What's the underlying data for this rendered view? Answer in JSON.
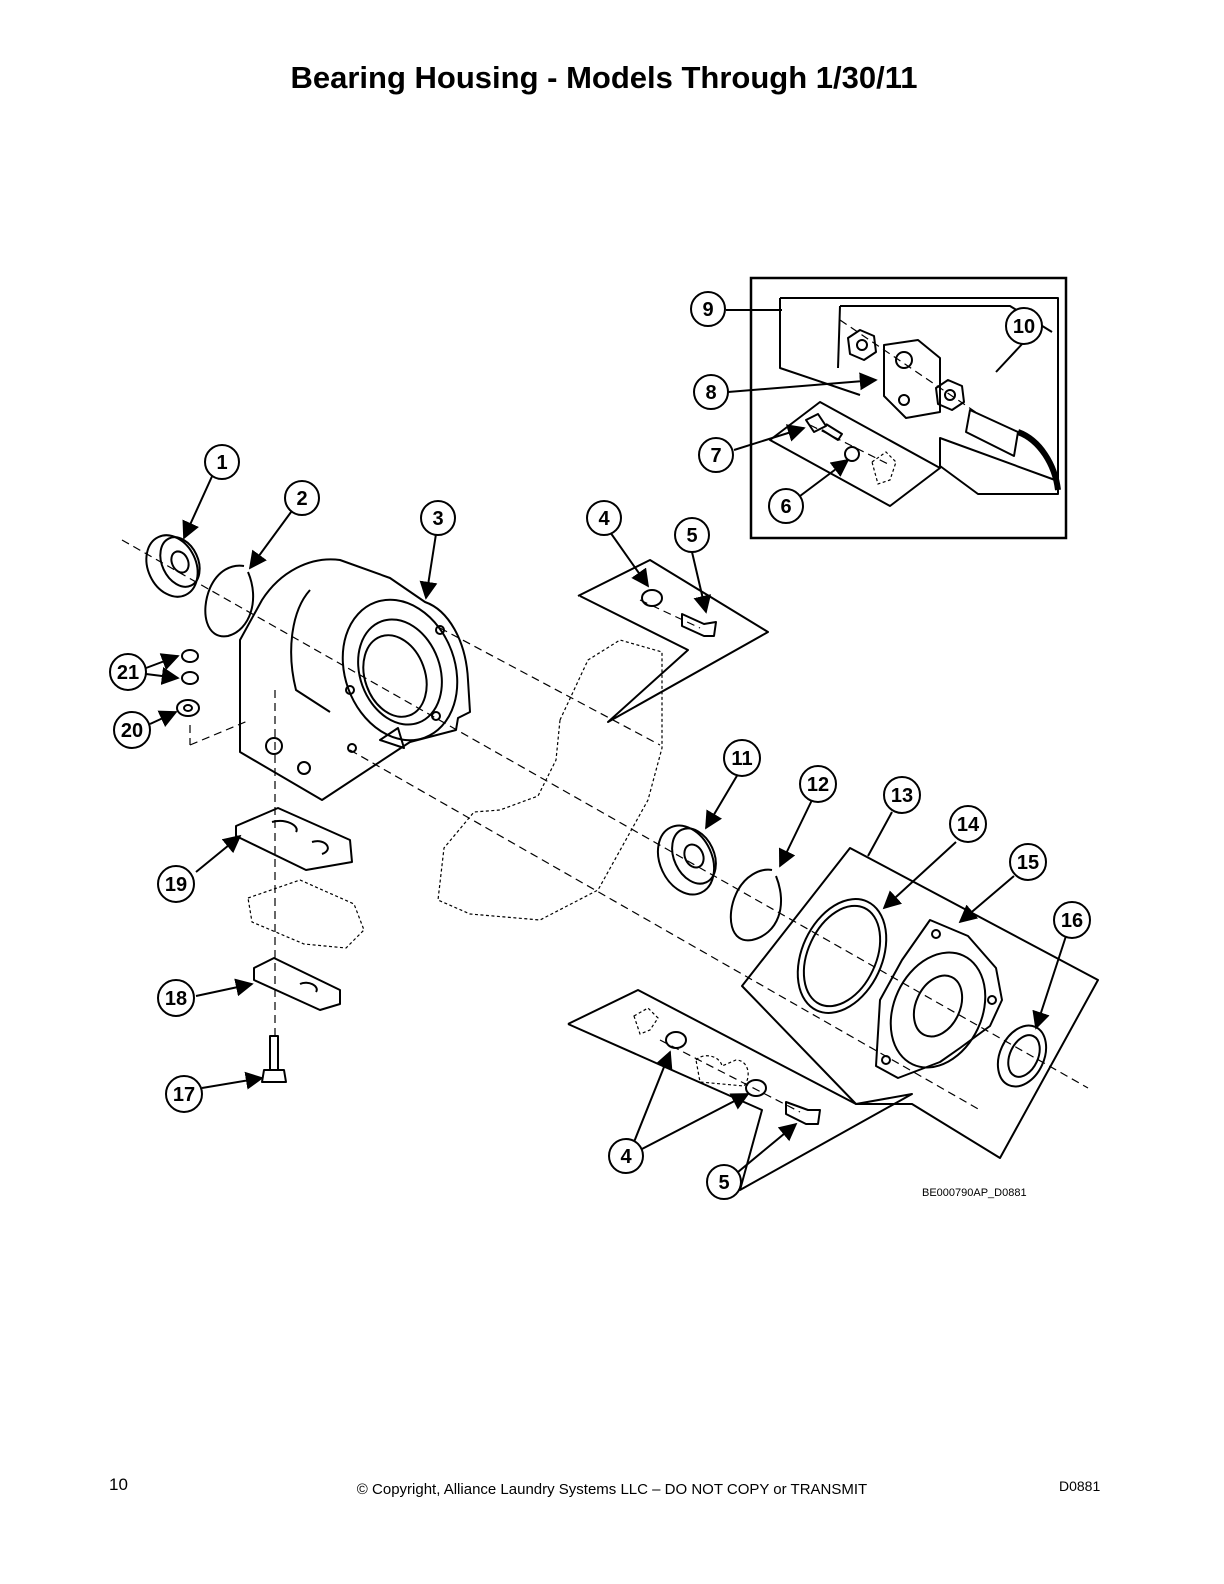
{
  "page": {
    "title": "Bearing Housing - Models Through 1/30/11",
    "page_number": "10",
    "copyright": "© Copyright, Alliance Laundry Systems LLC – DO NOT COPY or TRANSMIT",
    "doc_code": "D0881"
  },
  "diagram": {
    "figure_id": "BE000790AP_D0881",
    "callouts": [
      "1",
      "2",
      "3",
      "4",
      "5",
      "6",
      "7",
      "8",
      "9",
      "10",
      "11",
      "12",
      "13",
      "14",
      "15",
      "16",
      "17",
      "18",
      "19",
      "20",
      "21",
      "4",
      "5"
    ]
  }
}
